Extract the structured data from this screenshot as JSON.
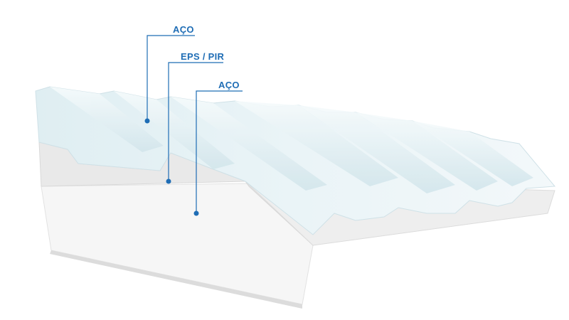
{
  "labels": {
    "top_steel": "AÇO",
    "core": "EPS / PIR",
    "bottom_steel": "AÇO"
  },
  "colors": {
    "accent": "#1f6db5",
    "top_sheet": "#e6f1f4",
    "foam": "#e4e4e4",
    "bottom_sheet": "#f7f7f7"
  }
}
